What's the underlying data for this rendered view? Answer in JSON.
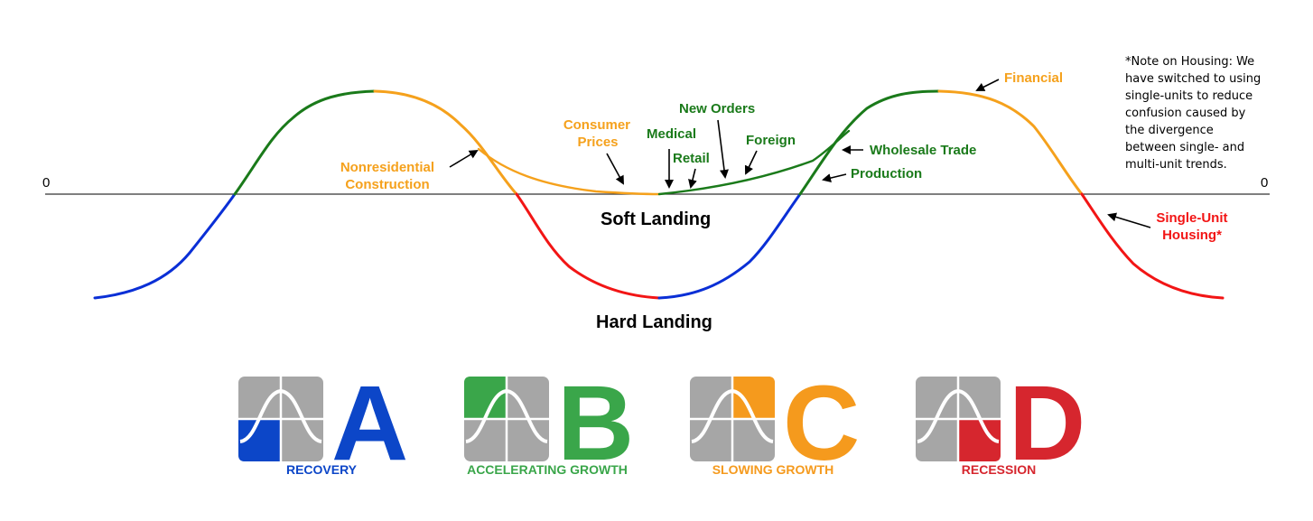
{
  "colors": {
    "recovery": "#0a2fd6",
    "accelerating": "#1a7a1a",
    "slowing": "#f5a11c",
    "recession": "#f21515",
    "legend_blue": "#0c46c8",
    "legend_green": "#3aa64a",
    "legend_orange": "#f59a1d",
    "legend_red": "#d6262e",
    "legend_gray": "#a6a6a6",
    "label_orange": "#f5a11c",
    "label_green": "#1a7a1a",
    "label_red": "#f21515"
  },
  "axis": {
    "left_zero": "0",
    "right_zero": "0"
  },
  "annotations": {
    "nonresidential": [
      "Nonresidential",
      "Construction"
    ],
    "consumer_prices": [
      "Consumer",
      "Prices"
    ],
    "medical": "Medical",
    "retail": "Retail",
    "new_orders": "New Orders",
    "foreign": "Foreign",
    "wholesale": "Wholesale Trade",
    "production": "Production",
    "financial": "Financial",
    "single_unit": [
      "Single-Unit",
      "Housing*"
    ],
    "soft_landing": "Soft Landing",
    "hard_landing": "Hard Landing"
  },
  "note": [
    "*Note on Housing: We",
    "have switched to using",
    "single-units to reduce",
    "confusion caused by",
    "the divergence",
    "between single- and",
    "multi-unit trends."
  ],
  "phases": [
    {
      "letter": "A",
      "label": "RECOVERY",
      "icon": "phase-a-icon"
    },
    {
      "letter": "B",
      "label": "ACCELERATING GROWTH",
      "icon": "phase-b-icon"
    },
    {
      "letter": "C",
      "label": "SLOWING GROWTH",
      "icon": "phase-c-icon"
    },
    {
      "letter": "D",
      "label": "RECESSION",
      "icon": "phase-d-icon"
    }
  ]
}
